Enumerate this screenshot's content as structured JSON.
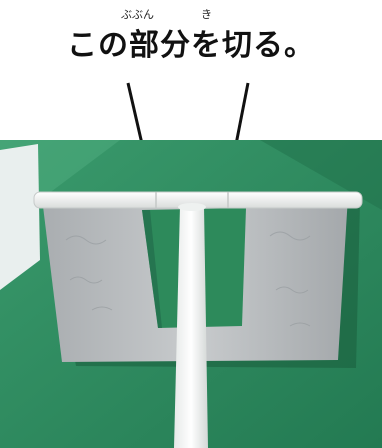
{
  "caption": {
    "text": "この部分を切る。",
    "ruby": {
      "bubun": "ぶぶん",
      "ki": "き"
    }
  },
  "colors": {
    "table_green": "#2f8a5e",
    "card_gray": "#b9bcbe",
    "rod_white": "#f4f6f5",
    "text": "#111111"
  },
  "icons": {
    "arrow_left": "arrow-down-right-icon",
    "arrow_right": "arrow-down-left-icon"
  }
}
